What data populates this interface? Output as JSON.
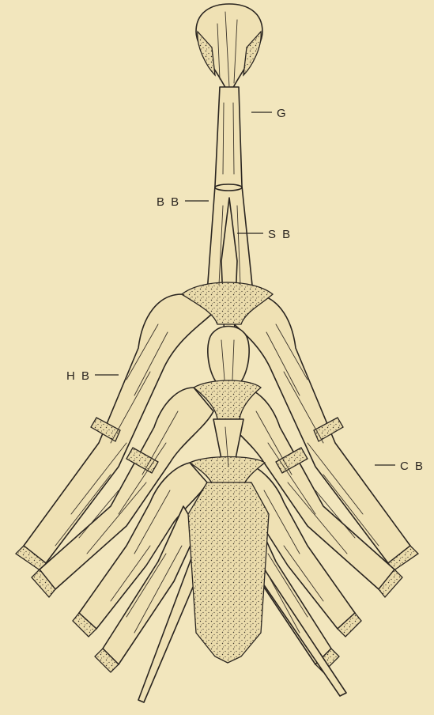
{
  "labels": {
    "glossohyal": "G",
    "basibranchial": "B B",
    "sublingual": "S B",
    "hypobranchial": "H B",
    "ceratobranchial": "C B"
  },
  "colors": {
    "background": "#f2e6bd",
    "ink": "#2a2520",
    "bone_fill": "#efe1b4"
  }
}
